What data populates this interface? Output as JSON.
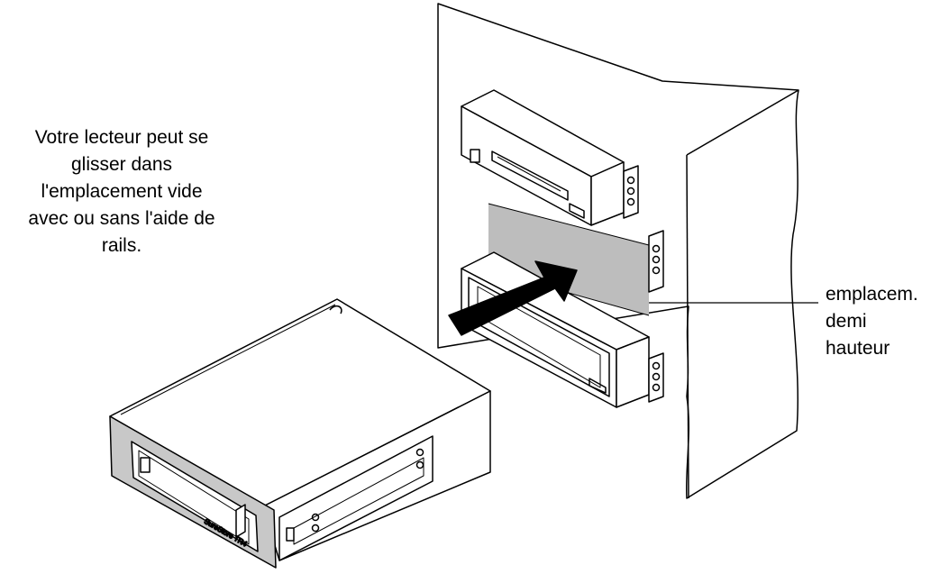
{
  "caption": "Votre lecteur peut se\nglisser dans\nl'emplacement vide\navec ou sans l'aide de\nrails.",
  "bay_label": "emplacem.\ndemi\nhauteur",
  "drive_model_text": "SureStore TR4",
  "colors": {
    "line": "#000000",
    "bezel": "#c8c8c8",
    "slot_shade": "#bdbdbd",
    "arrow": "#000000"
  }
}
